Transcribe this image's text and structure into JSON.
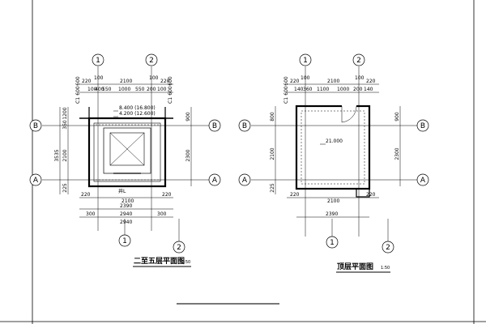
{
  "drawing": {
    "left_plan": {
      "title": "二至五层平面图",
      "scale": "1:50",
      "axes": {
        "col1": "1",
        "col2": "2",
        "rowA": "A",
        "rowB": "B"
      },
      "top_dims_row1": [
        "220",
        "100",
        "2100",
        "100",
        "220"
      ],
      "top_dims_row2": [
        "100",
        "400",
        "550",
        "1000",
        "550",
        "200",
        "100"
      ],
      "left_dims_outer": "3535",
      "left_dims_inner": [
        "1200",
        "350",
        "2100",
        "225"
      ],
      "left_dims_small": [
        "C1",
        "600",
        "600"
      ],
      "right_dims": [
        "900",
        "2300"
      ],
      "right_small": [
        "C1",
        "600",
        "600"
      ],
      "levels": [
        "8.400 (16.800)",
        "4.200 (12.600)"
      ],
      "well_label": "井L",
      "bottom_dims_row1": [
        "220",
        "2100",
        "220"
      ],
      "bottom_dims_row2": "2390",
      "bottom_dims_row3": [
        "300",
        "2940",
        "300"
      ],
      "bottom_total": "2940"
    },
    "right_plan": {
      "title": "顶层平面图",
      "scale": "1:50",
      "axes": {
        "col1": "1",
        "col2": "2",
        "rowA": "A",
        "rowB": "B"
      },
      "top_dims_row1": [
        "220",
        "100",
        "2100",
        "100",
        "220"
      ],
      "top_dims_row2": [
        "140",
        "360",
        "1100",
        "1000",
        "200",
        "140"
      ],
      "left_dims": [
        "800",
        "2100",
        "225"
      ],
      "left_small": [
        "C1",
        "600",
        "600"
      ],
      "right_dims": [
        "900",
        "2300"
      ],
      "level": "21.000",
      "bottom_dims_row1": [
        "220",
        "2100",
        "220"
      ],
      "bottom_dims_row2": "2390"
    }
  }
}
